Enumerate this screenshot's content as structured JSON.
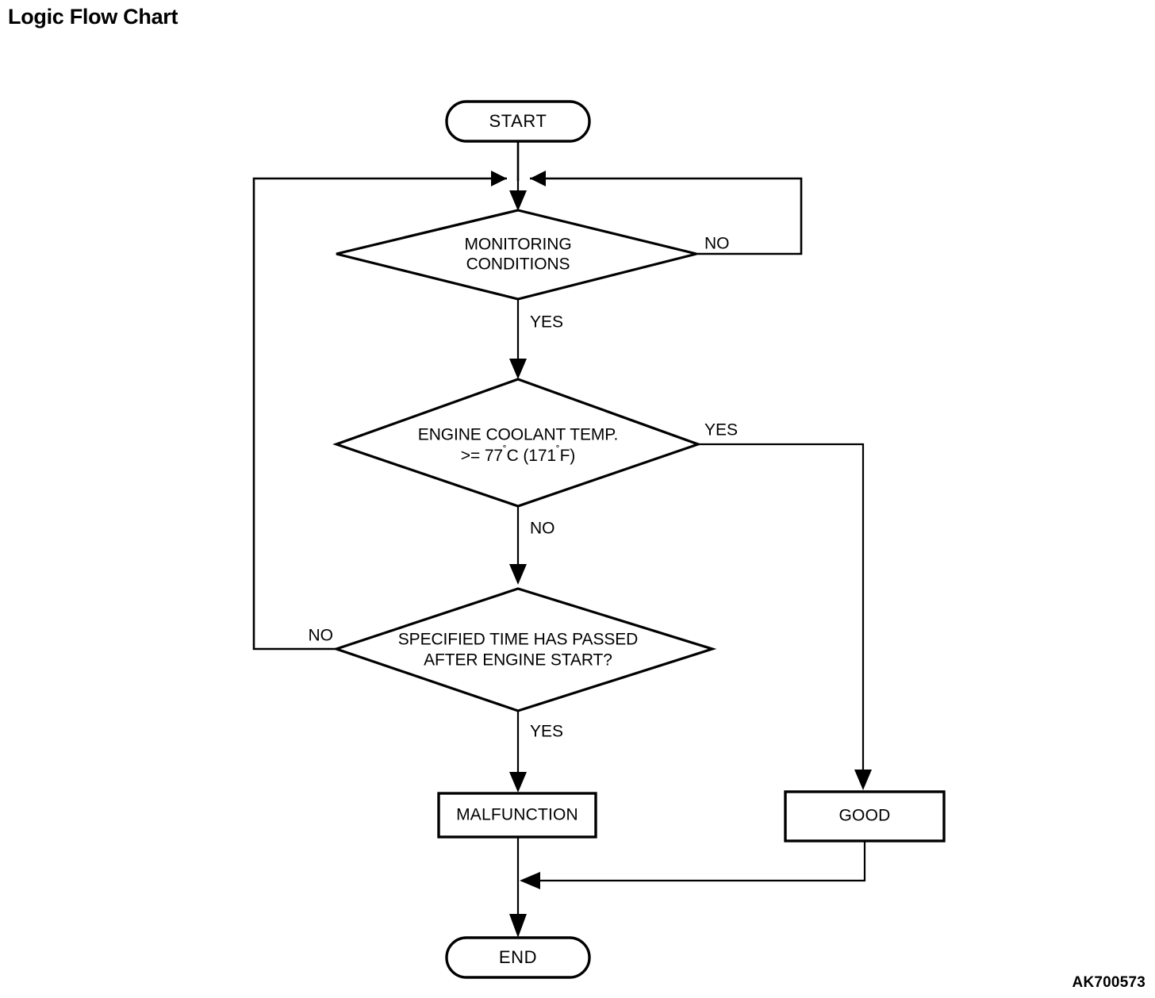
{
  "page": {
    "title": "Logic Flow Chart",
    "watermark": "AK700573",
    "background_color": "#ffffff",
    "line_color": "#000000"
  },
  "chart_data": {
    "type": "diagram",
    "diagram_kind": "flowchart",
    "title": "Logic Flow Chart",
    "orientation": "top-to-bottom",
    "nodes": [
      {
        "id": "start",
        "shape": "terminator",
        "label": "START"
      },
      {
        "id": "monitoring",
        "shape": "decision",
        "label_line1": "MONITORING",
        "label_line2": "CONDITIONS"
      },
      {
        "id": "coolant",
        "shape": "decision",
        "label_line1": "ENGINE COOLANT TEMP.",
        "label_line2_prefix": ">= 77",
        "label_line2_c": "C (171",
        "label_line2_f": "F)",
        "degree": "˚"
      },
      {
        "id": "time",
        "shape": "decision",
        "label_line1": "SPECIFIED TIME HAS PASSED",
        "label_line2": "AFTER ENGINE START?"
      },
      {
        "id": "malfunction",
        "shape": "process",
        "label": "MALFUNCTION"
      },
      {
        "id": "good",
        "shape": "process",
        "label": "GOOD"
      },
      {
        "id": "end",
        "shape": "terminator",
        "label": "END"
      }
    ],
    "edges": [
      {
        "from": "start",
        "to": "monitoring",
        "label": ""
      },
      {
        "from": "monitoring",
        "to": "coolant",
        "label": "YES"
      },
      {
        "from": "monitoring",
        "to": "monitoring",
        "label": "NO",
        "routing": "right-loop-back-to-entry"
      },
      {
        "from": "coolant",
        "to": "time",
        "label": "NO"
      },
      {
        "from": "coolant",
        "to": "good",
        "label": "YES",
        "routing": "right-down"
      },
      {
        "from": "time",
        "to": "malfunction",
        "label": "YES"
      },
      {
        "from": "time",
        "to": "monitoring",
        "label": "NO",
        "routing": "left-loop-back-to-entry"
      },
      {
        "from": "malfunction",
        "to": "end",
        "label": ""
      },
      {
        "from": "good",
        "to": "end",
        "label": "",
        "routing": "down-left-merge"
      }
    ],
    "labels": {
      "yes": "YES",
      "no": "NO"
    }
  }
}
